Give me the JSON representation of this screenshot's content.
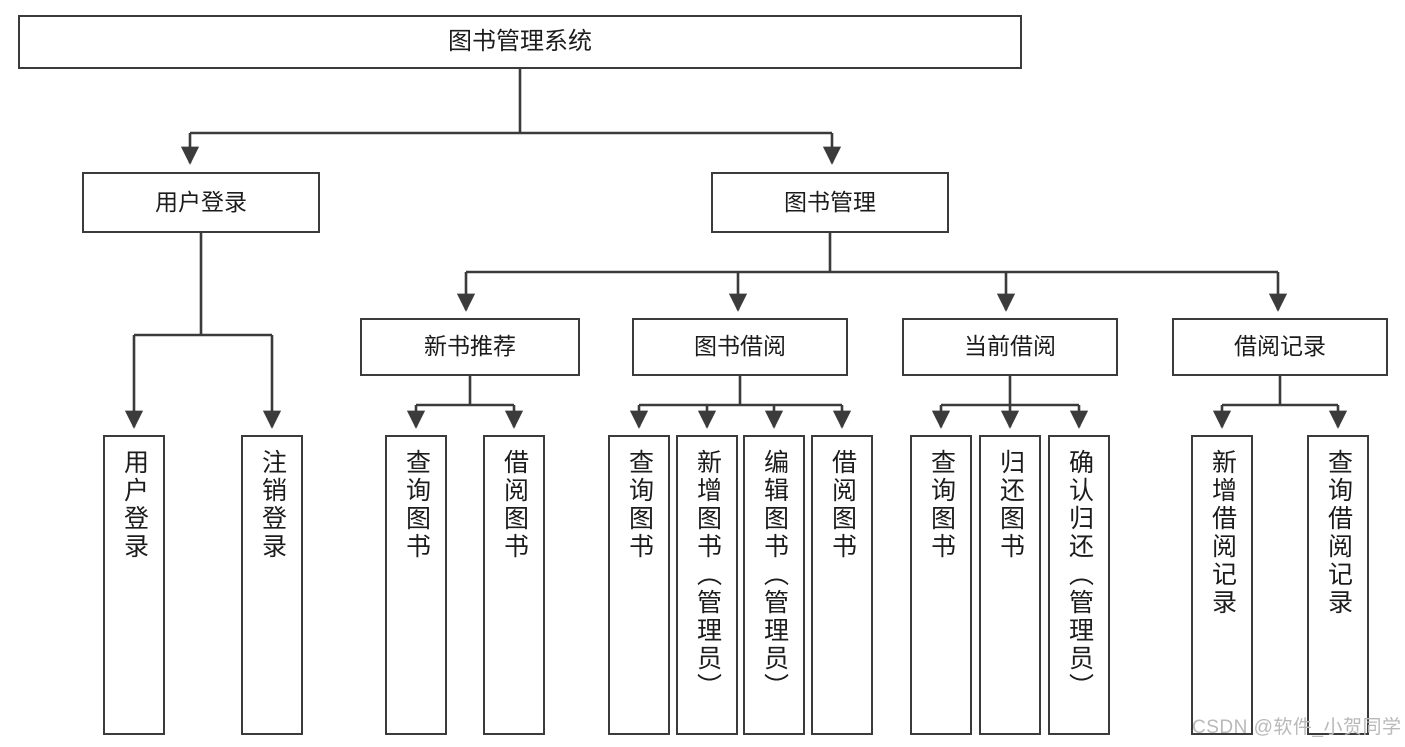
{
  "diagram": {
    "title": "图书管理系统",
    "type": "hierarchy-tree",
    "root": {
      "label": "图书管理系统"
    },
    "level1": [
      {
        "label": "用户登录"
      },
      {
        "label": "图书管理"
      }
    ],
    "level2": [
      {
        "label": "新书推荐"
      },
      {
        "label": "图书借阅"
      },
      {
        "label": "当前借阅"
      },
      {
        "label": "借阅记录"
      }
    ],
    "leaves": {
      "user_login": [
        {
          "label": "用户登录"
        },
        {
          "label": "注销登录"
        }
      ],
      "new_book_recommend": [
        {
          "label": "查询图书"
        },
        {
          "label": "借阅图书"
        }
      ],
      "book_borrow": [
        {
          "label": "查询图书"
        },
        {
          "label": "新增图书（管理员）"
        },
        {
          "label": "编辑图书（管理员）"
        },
        {
          "label": "借阅图书"
        }
      ],
      "current_borrow": [
        {
          "label": "查询图书"
        },
        {
          "label": "归还图书"
        },
        {
          "label": "确认归还（管理员）"
        }
      ],
      "borrow_record": [
        {
          "label": "新增借阅记录"
        },
        {
          "label": "查询借阅记录"
        }
      ]
    },
    "watermark": "CSDN @软件_小贺同学",
    "colors": {
      "stroke": "#3b3b3b",
      "fill": "#ffffff",
      "text": "#1c1c1c",
      "watermark": "#b9b9b9"
    }
  }
}
